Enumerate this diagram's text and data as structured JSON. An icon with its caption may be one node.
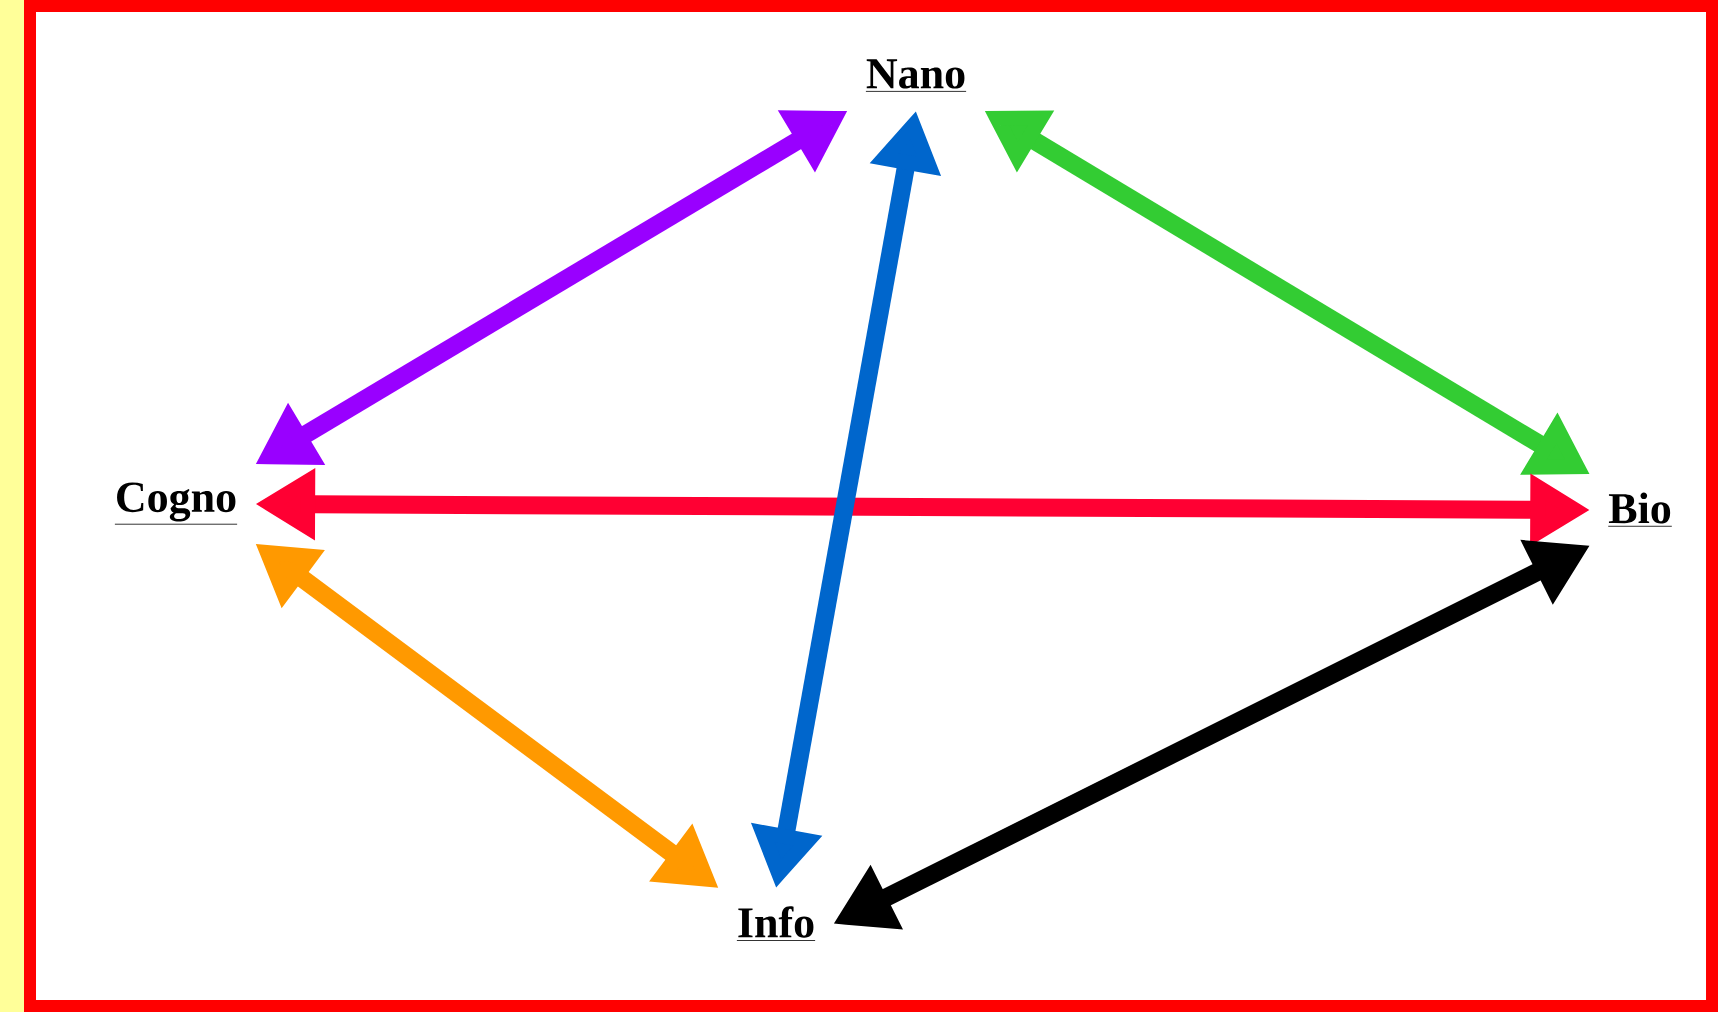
{
  "diagram": {
    "nodes": [
      {
        "text": [
          "Nano"
        ]
      },
      {
        "text": [
          "Cogno"
        ]
      },
      {
        "text": [
          "Info"
        ]
      },
      {
        "text": [
          "Bio"
        ]
      }
    ],
    "edges": [
      {
        "from": 0,
        "to": 1,
        "arrow": "both",
        "color": "#9900ff"
      },
      {
        "from": 0,
        "to": 3,
        "arrow": "both",
        "color": "#33cc33"
      },
      {
        "from": 1,
        "to": 3,
        "arrow": "both",
        "color": "#ff0033"
      },
      {
        "from": 0,
        "to": 2,
        "arrow": "both",
        "color": "#0066cc"
      },
      {
        "from": 1,
        "to": 2,
        "arrow": "both",
        "color": "#ff9900"
      },
      {
        "from": 2,
        "to": 3,
        "arrow": "both",
        "color": "#000000"
      }
    ]
  }
}
